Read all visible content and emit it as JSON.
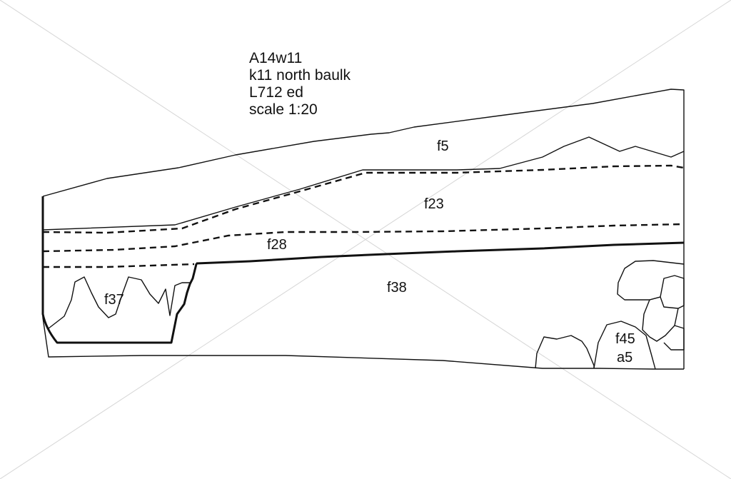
{
  "header": {
    "line1": "A14w11",
    "line2": "k11 north baulk",
    "line3": "L712 ed",
    "line4": "scale 1:20"
  },
  "layers": {
    "f5": "f5",
    "f23": "f23",
    "f28": "f28",
    "f38": "f38",
    "f37": "f37",
    "f45": "f45",
    "a5": "a5"
  },
  "colors": {
    "ink": "#111111",
    "watermark": "#d6d6d6",
    "background": "#ffffff"
  }
}
